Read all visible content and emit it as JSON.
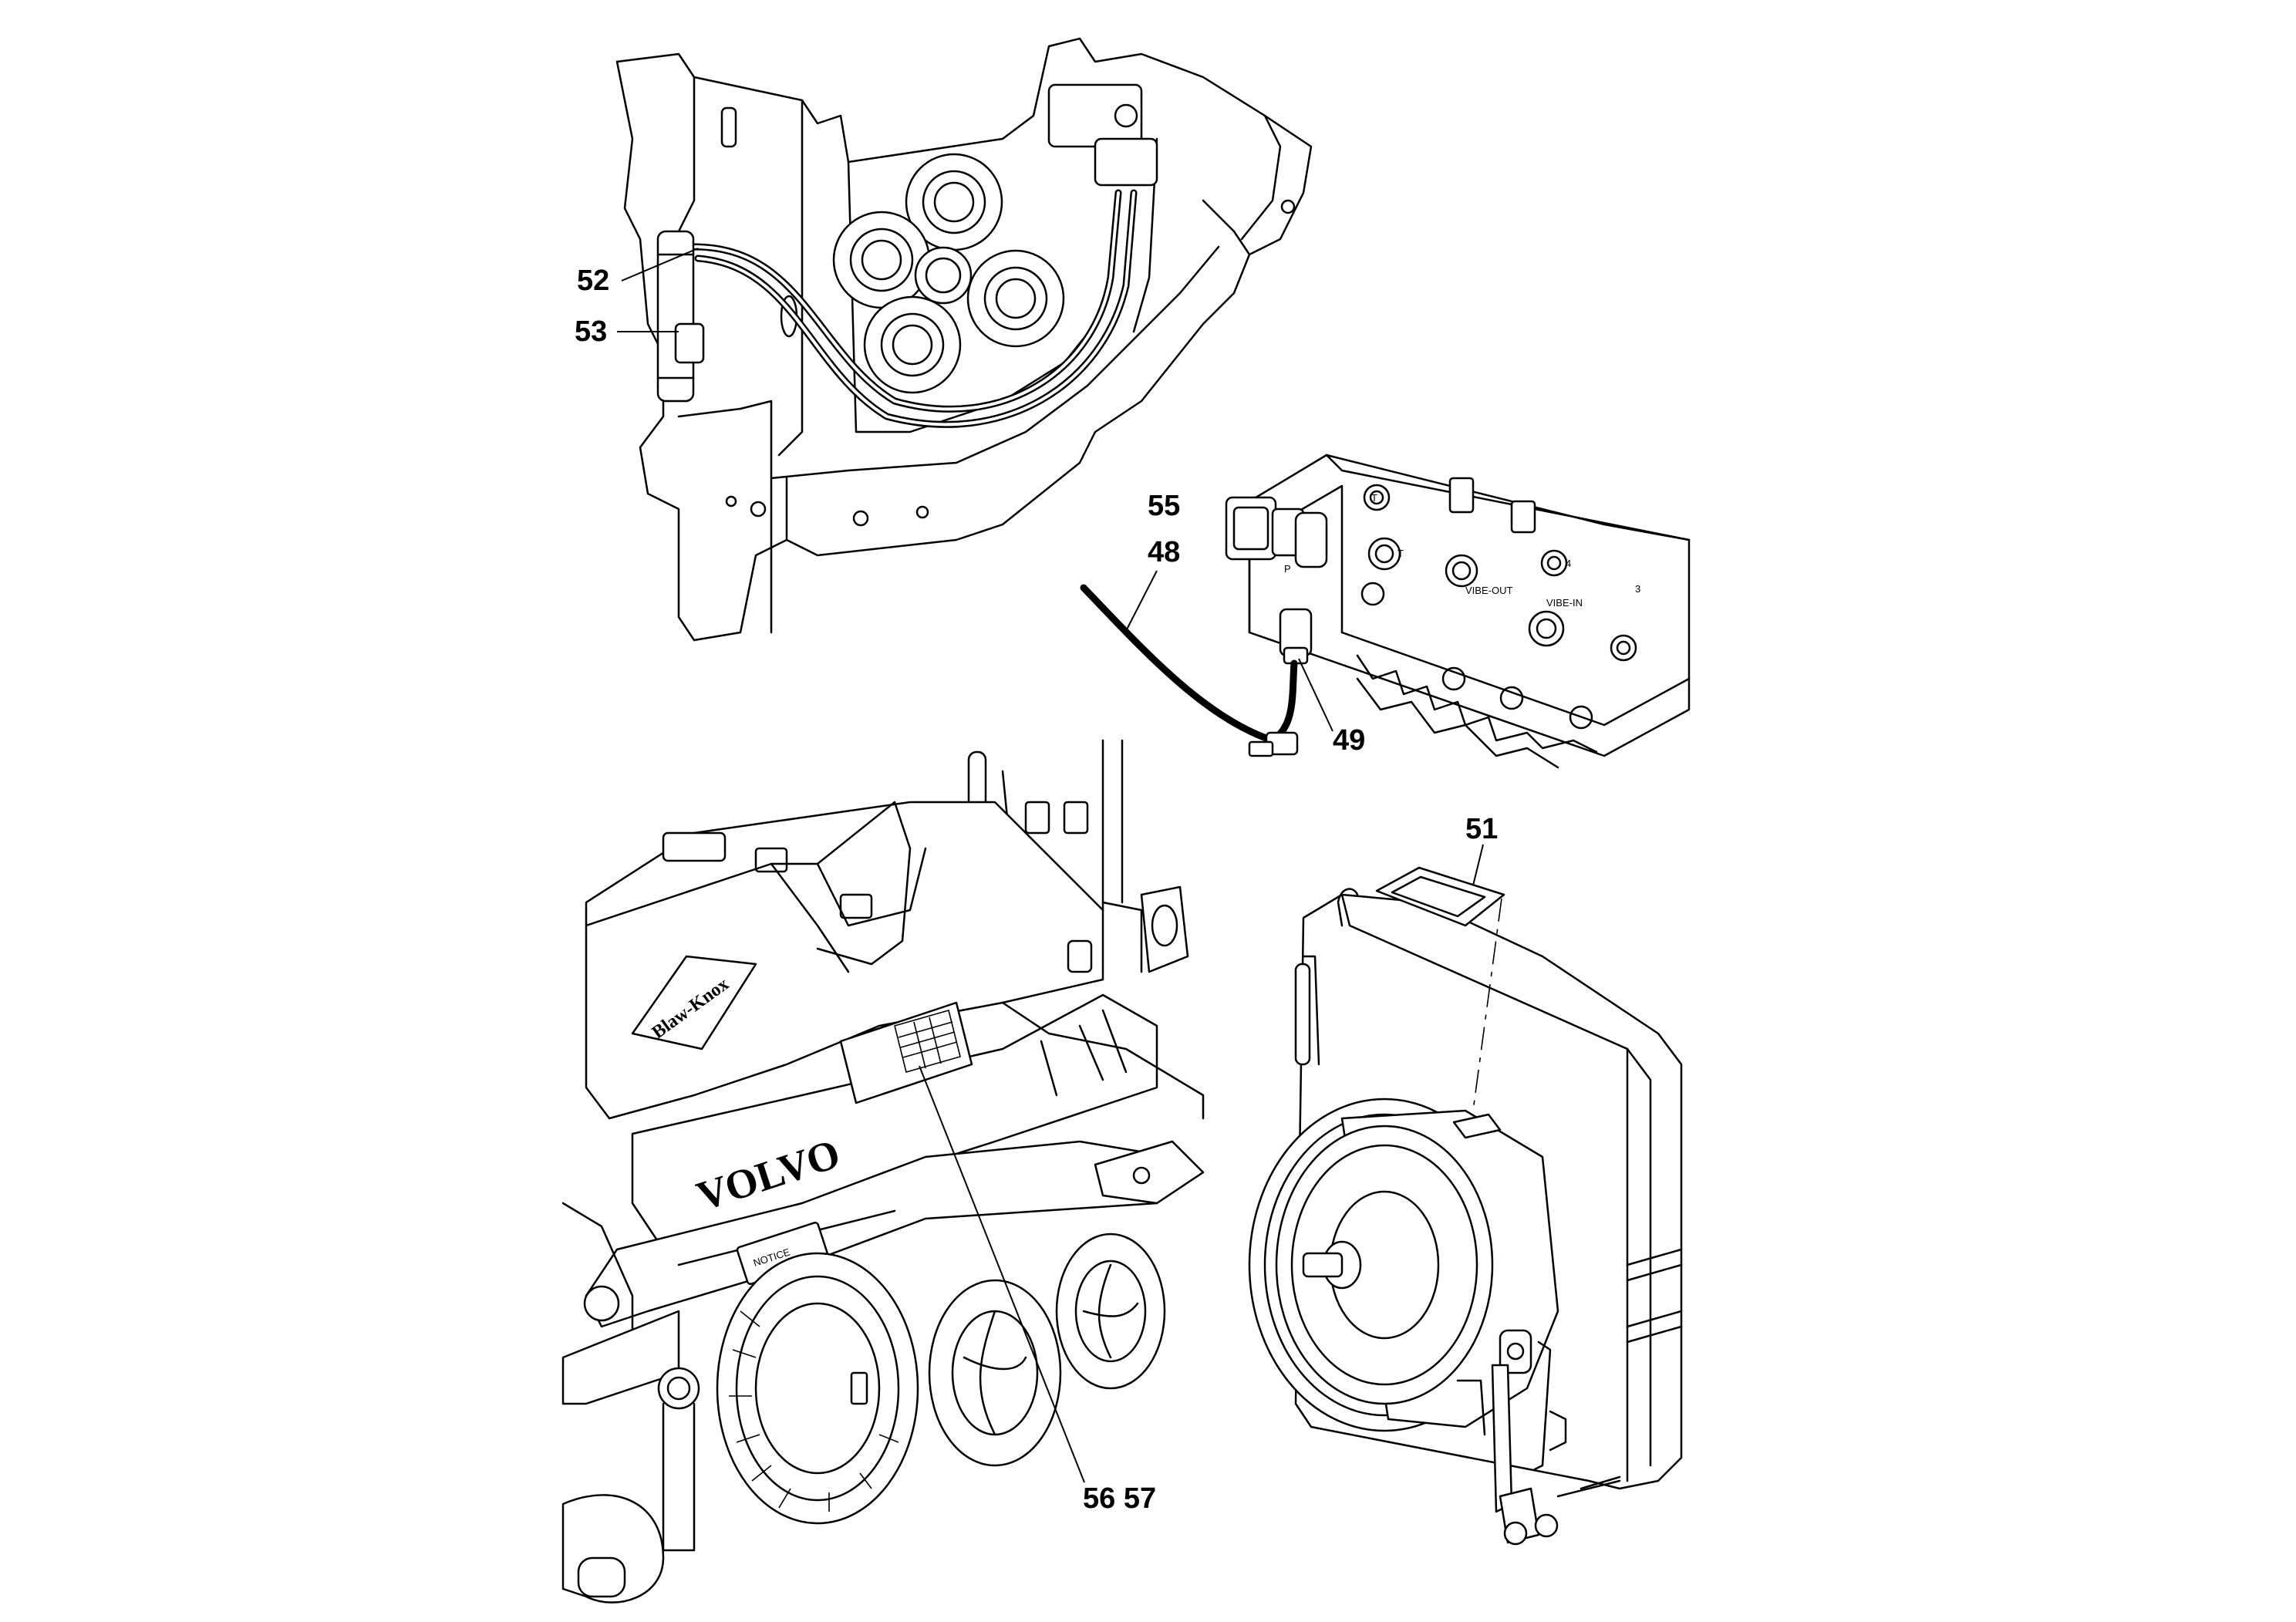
{
  "callouts": {
    "c52": "52",
    "c53": "53",
    "c55": "55",
    "c48": "48",
    "c49": "49",
    "c51": "51",
    "c5657": "56 57"
  },
  "valve_labels": {
    "vibe_out": "VIBE-OUT",
    "vibe_in": "VIBE-IN",
    "port_p": "P",
    "port_t": "T",
    "port_t2": "T",
    "port_4": "4",
    "port_3": "3"
  },
  "machine_labels": {
    "brand": "VOLVO",
    "logo": "Blaw-Knox",
    "notice": "NOTICE"
  }
}
